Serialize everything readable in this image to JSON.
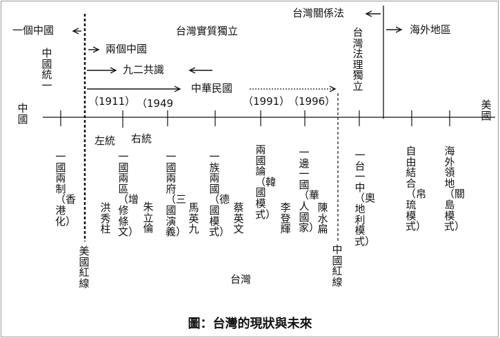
{
  "caption": "圖：台灣的現狀與未來",
  "axis": {
    "left_end": "中國",
    "right_end": "美國"
  },
  "top_labels": {
    "one_china": "一個中國",
    "taiwan_independence": "台灣實質獨立",
    "two_chinas": "兩個中國",
    "consensus_92": "九二共識",
    "roc": "中華民國",
    "taiwan_relations_act": "台灣關係法",
    "overseas_territory": "海外地區",
    "china_unification": "中國統一",
    "taiwan_legal_independence": "台灣法理獨立"
  },
  "years": {
    "y1911": "（1911）",
    "y1949": "（1949",
    "y1991": "（1991）",
    "y1996": "（1996）"
  },
  "side_labels": {
    "left_wing": "左統",
    "right_wing": "右統"
  },
  "red_lines": {
    "us": "美國紅線",
    "china": "中國紅線"
  },
  "region_label": "台灣",
  "models": {
    "one_country_two_systems": "一國兩制（香港化）",
    "hung_hsiu_chu": "洪秀柱",
    "one_country_two_areas": "一國兩區（增修條文）",
    "eric_chu": "朱立倫",
    "one_country_two_govts": "一國兩府（三國演義）",
    "ma_ying_jeou": "馬英九",
    "one_nation_two_states": "一族兩國（德國模式）",
    "tsai_ing_wen": "蔡英文",
    "two_states_theory": "兩國論（韓國模式）",
    "lee_teng_hui": "李登輝",
    "one_country_each_side": "一邊一國（華人國家）",
    "chen_shui_bian": "陳水扁",
    "one_taiwan_one_china": "一台一中（奧地利模式）",
    "free_association": "自由結合（帛琉模式）",
    "overseas_dependency": "海外領地（關島模式）"
  }
}
